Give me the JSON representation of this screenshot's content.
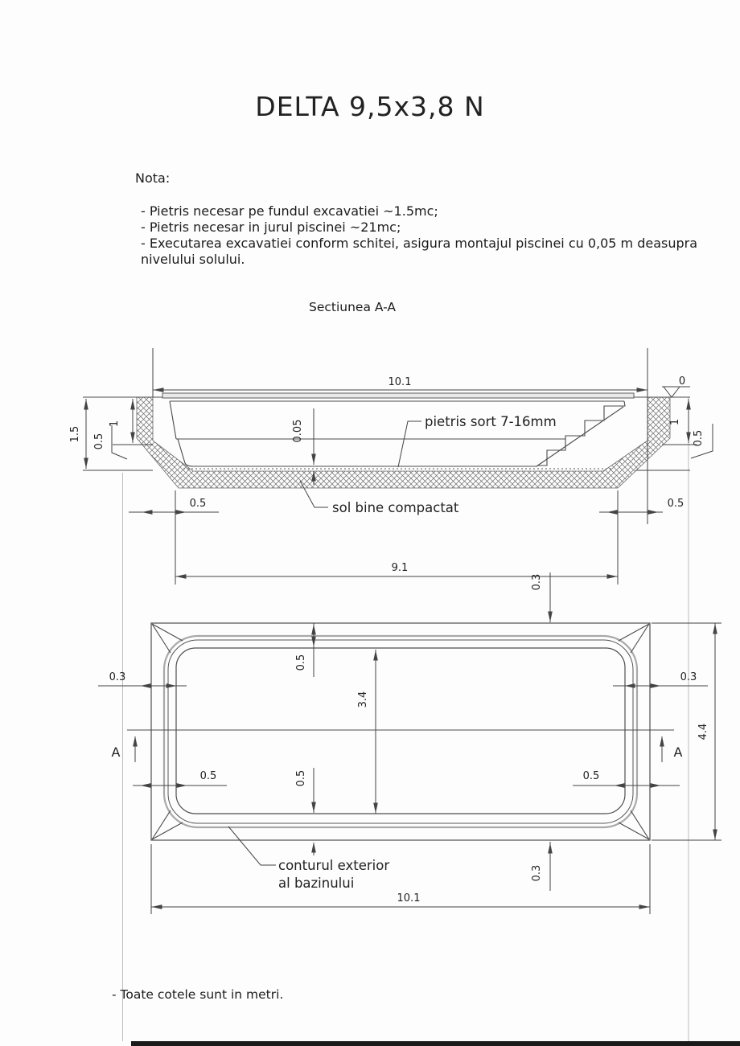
{
  "title": "DELTA 9,5x3,8 N",
  "nota": {
    "heading": "Nota:",
    "items": [
      "- Pietris necesar pe fundul excavatiei ~1.5mc;",
      "- Pietris necesar in jurul piscinei ~21mc;",
      "- Executarea excavatiei conform schitei, asigura montajul piscinei cu 0,05 m deasupra nivelului solului."
    ]
  },
  "section": {
    "title": "Sectiunea A-A",
    "dim_width_top": "10.1",
    "dim_width_bottom": "9.1",
    "dim_depth_total": "1.5",
    "dim_depth_left": "1",
    "dim_gravel_left": "0.5",
    "dim_floor_gap": "0.05",
    "dim_depth_right": "1",
    "dim_gravel_right": "0.5",
    "dim_bottom_left": "0.5",
    "dim_bottom_right": "0.5",
    "datum_level": "0",
    "label_gravel": "pietris sort 7-16mm",
    "label_soil": "sol bine compactat"
  },
  "plan": {
    "dim_offset_top": "0.3",
    "dim_wall_top": "0.5",
    "dim_inner_height": "3.4",
    "dim_wall_bottom": "0.5",
    "dim_offset_left": "0.3",
    "dim_offset_right": "0.3",
    "dim_wall_left": "0.5",
    "dim_wall_right": "0.5",
    "dim_offset_bottom": "0.3",
    "dim_total_height": "4.4",
    "dim_total_width": "10.1",
    "section_marker_left": "A",
    "section_marker_right": "A",
    "label_contour_1": "conturul exterior",
    "label_contour_2": "al bazinului"
  },
  "footer_note": "- Toate cotele sunt in metri."
}
